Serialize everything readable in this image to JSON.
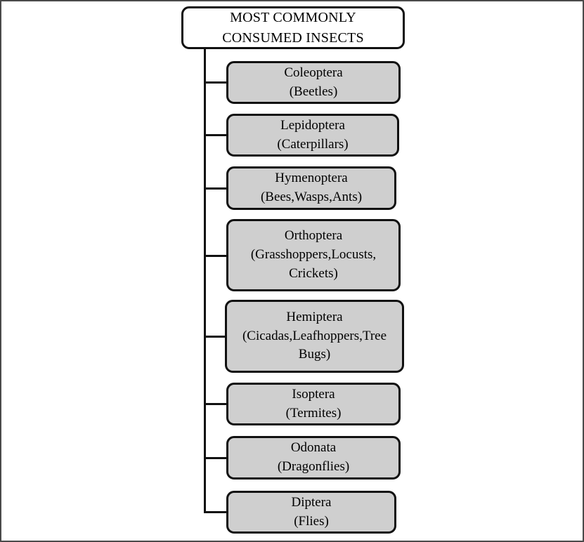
{
  "diagram": {
    "type": "hierarchy-tree",
    "orientation": "vertical-left-trunk",
    "title_node": {
      "line1": "MOST COMMONLY",
      "line2": "CONSUMED INSECTS",
      "fill_color": "#ffffff",
      "border_color": "#111111"
    },
    "node_fill_color": "#cfcfcf",
    "node_border_color": "#111111",
    "connector_color": "#111111",
    "frame_border_color": "#4a4a4a",
    "background_color": "#ffffff",
    "children": [
      {
        "order": "Coleoptera",
        "common": "(Beetles)",
        "common_line1": "(Beetles)",
        "common_line2": ""
      },
      {
        "order": "Lepidoptera",
        "common": "(Caterpillars)",
        "common_line1": "(Caterpillars)",
        "common_line2": ""
      },
      {
        "order": "Hymenoptera",
        "common": "(Bees,Wasps,Ants)",
        "common_line1": "(Bees,Wasps,Ants)",
        "common_line2": ""
      },
      {
        "order": "Orthoptera",
        "common": "(Grasshoppers,Locusts,Crickets)",
        "common_line1": "(Grasshoppers,Locusts,",
        "common_line2": "Crickets)"
      },
      {
        "order": "Hemiptera",
        "common": "(Cicadas,Leafhoppers,Tree Bugs)",
        "common_line1": "(Cicadas,Leafhoppers,Tree",
        "common_line2": "Bugs)"
      },
      {
        "order": "Isoptera",
        "common": "(Termites)",
        "common_line1": "(Termites)",
        "common_line2": ""
      },
      {
        "order": "Odonata",
        "common": "(Dragonflies)",
        "common_line1": "(Dragonflies)",
        "common_line2": ""
      },
      {
        "order": "Diptera",
        "common": "(Flies)",
        "common_line1": "(Flies)",
        "common_line2": ""
      }
    ]
  }
}
